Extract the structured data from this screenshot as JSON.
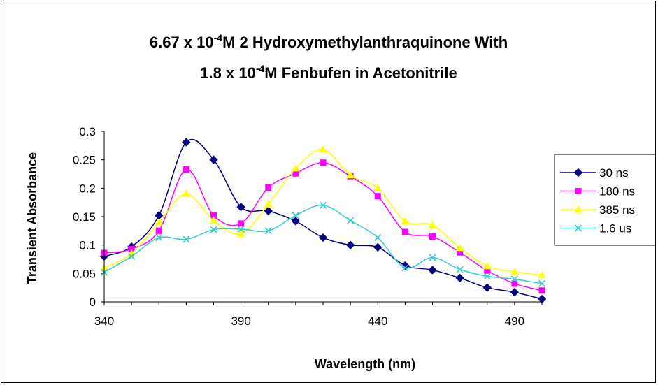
{
  "chart_data": {
    "type": "line",
    "title_line1": {
      "prefix": "6.67 x 10",
      "exp": "-4",
      "suffix": "M 2 Hydroxymethylanthraquinone With"
    },
    "title_line2": {
      "prefix": "1.8 x 10",
      "exp": "-4",
      "suffix": "M Fenbufen in Acetonitrile"
    },
    "xlabel": "Wavelength (nm)",
    "ylabel": "Transient Absorbance",
    "xlim": [
      340,
      500
    ],
    "ylim": [
      0,
      0.3
    ],
    "xticks": [
      340,
      390,
      440,
      490
    ],
    "yticks": [
      0,
      0.05,
      0.1,
      0.15,
      0.2,
      0.25,
      0.3
    ],
    "ytick_labels": [
      "0",
      "0.05",
      "0.1",
      "0.15",
      "0.2",
      "0.25",
      "0.3"
    ],
    "legend_position": "right",
    "series": [
      {
        "name": "30 ns",
        "color": "#000080",
        "marker": "diamond",
        "x": [
          340,
          350,
          360,
          370,
          380,
          390,
          400,
          410,
          420,
          430,
          440,
          450,
          460,
          470,
          480,
          490,
          500
        ],
        "y": [
          0.08,
          0.097,
          0.152,
          0.281,
          0.25,
          0.167,
          0.16,
          0.142,
          0.113,
          0.1,
          0.096,
          0.064,
          0.056,
          0.042,
          0.025,
          0.017,
          0.005
        ]
      },
      {
        "name": "180 ns",
        "color": "#FF00FF",
        "marker": "square",
        "x": [
          340,
          350,
          360,
          370,
          380,
          390,
          400,
          410,
          420,
          430,
          440,
          450,
          460,
          470,
          480,
          490,
          500
        ],
        "y": [
          0.086,
          0.093,
          0.125,
          0.233,
          0.152,
          0.138,
          0.201,
          0.226,
          0.245,
          0.221,
          0.186,
          0.123,
          0.115,
          0.087,
          0.055,
          0.032,
          0.02
        ]
      },
      {
        "name": "385 ns",
        "color": "#FFFF00",
        "marker": "triangle",
        "x": [
          340,
          350,
          360,
          370,
          380,
          390,
          400,
          410,
          420,
          430,
          440,
          450,
          460,
          470,
          480,
          490,
          500
        ],
        "y": [
          0.06,
          0.085,
          0.14,
          0.19,
          0.143,
          0.12,
          0.172,
          0.235,
          0.268,
          0.223,
          0.2,
          0.142,
          0.135,
          0.095,
          0.063,
          0.053,
          0.047
        ]
      },
      {
        "name": "1.6 us",
        "color": "#33CCCC",
        "marker": "x",
        "x": [
          340,
          350,
          360,
          370,
          380,
          390,
          400,
          410,
          420,
          430,
          440,
          450,
          460,
          470,
          480,
          490,
          500
        ],
        "y": [
          0.052,
          0.08,
          0.113,
          0.11,
          0.127,
          0.128,
          0.125,
          0.152,
          0.17,
          0.143,
          0.113,
          0.06,
          0.078,
          0.057,
          0.045,
          0.04,
          0.032
        ]
      }
    ]
  }
}
